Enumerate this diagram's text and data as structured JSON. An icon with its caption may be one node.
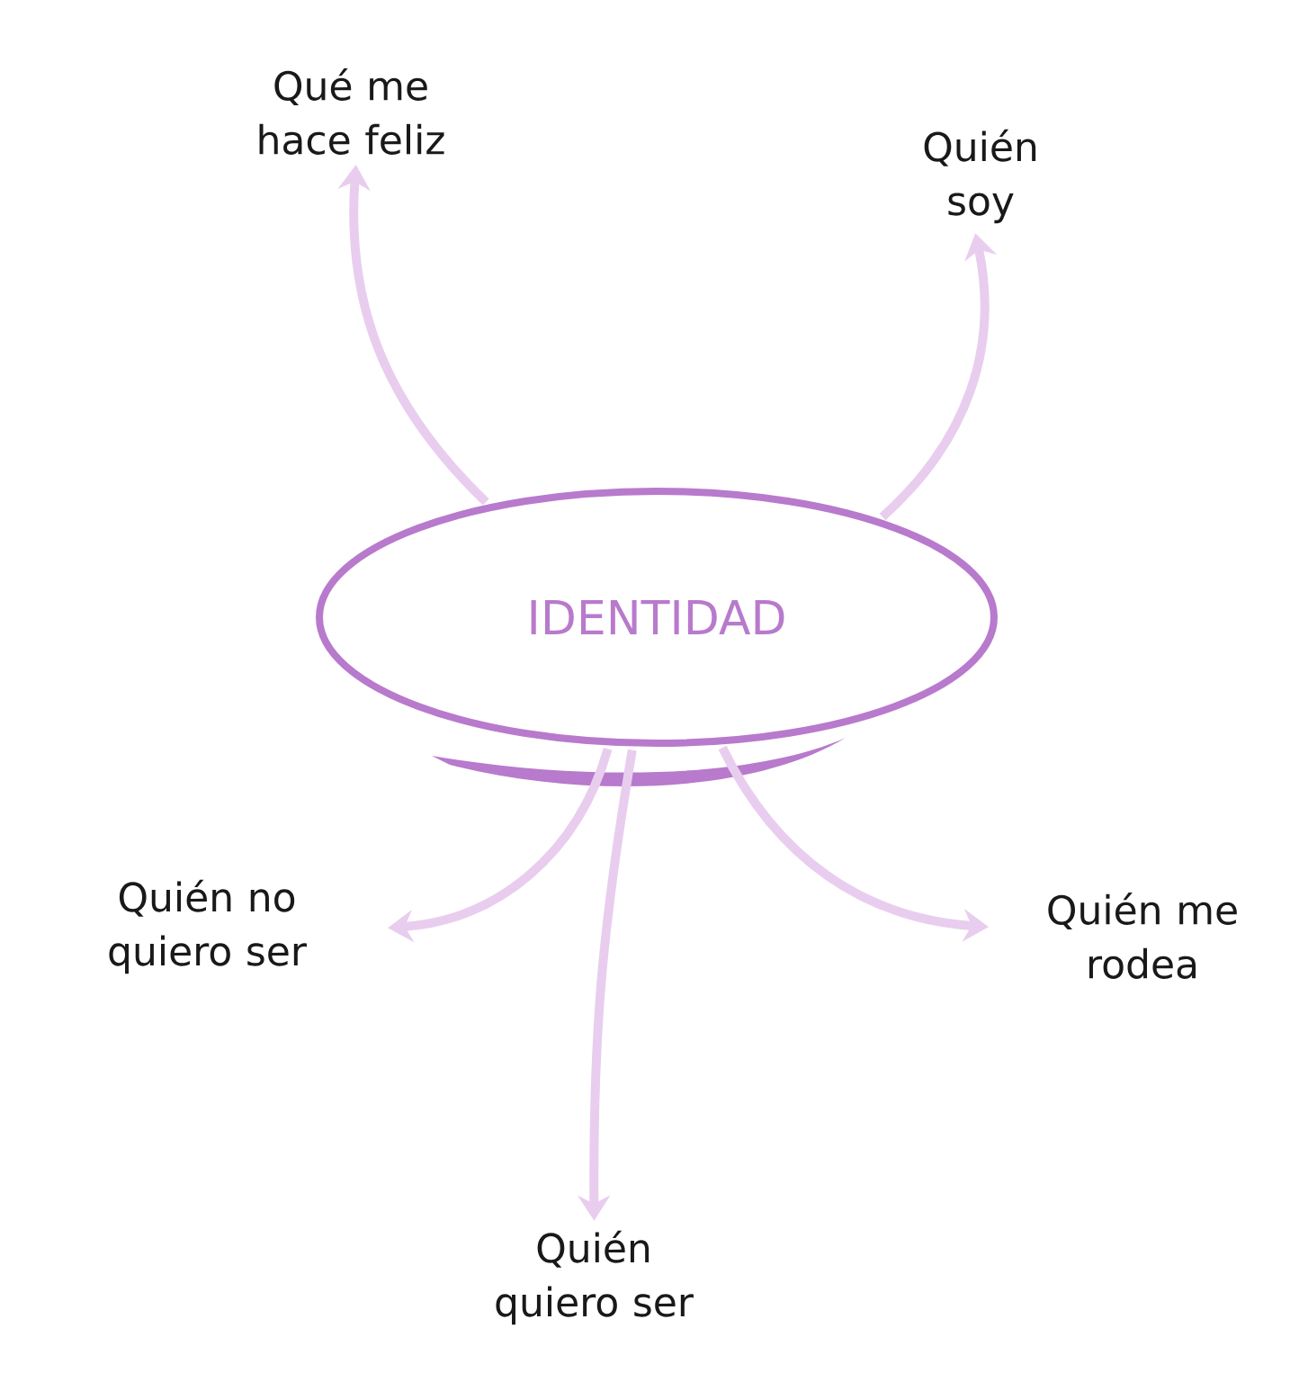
{
  "diagram": {
    "nodes": [
      {
        "text": [
          "IDENTIDAD"
        ]
      },
      {
        "text": [
          "Qué me hace feliz"
        ]
      },
      {
        "text": [
          "Quién soy"
        ]
      },
      {
        "text": [
          "Quién no quiero ser"
        ]
      },
      {
        "text": [
          "Quién me rodea"
        ]
      },
      {
        "text": [
          "Quién quiero ser"
        ]
      }
    ],
    "edges": [
      {
        "from": 0,
        "to": 1,
        "arrow": "to",
        "color": "#e9cdef"
      },
      {
        "from": 0,
        "to": 2,
        "arrow": "to",
        "color": "#e9cdef"
      },
      {
        "from": 0,
        "to": 3,
        "arrow": "to",
        "color": "#e9cdef"
      },
      {
        "from": 0,
        "to": 4,
        "arrow": "to",
        "color": "#e9cdef"
      },
      {
        "from": 0,
        "to": 5,
        "arrow": "to",
        "color": "#e9cdef"
      }
    ]
  }
}
